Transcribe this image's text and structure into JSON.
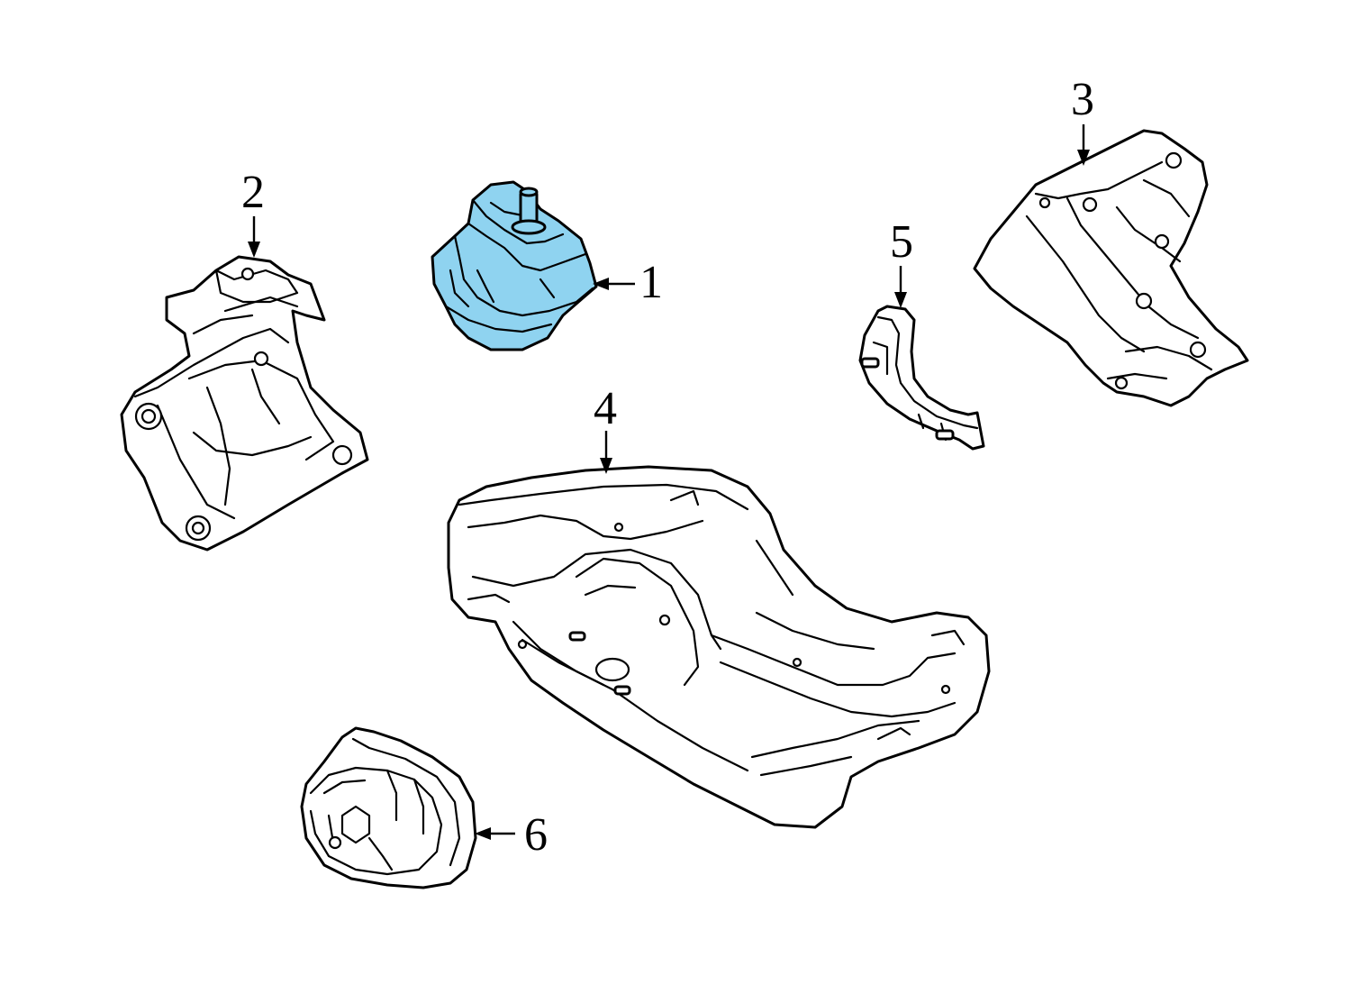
{
  "colors": {
    "highlight": "#8fd3f0",
    "line": "#000000",
    "background": "#ffffff"
  },
  "callouts": [
    {
      "id": "1",
      "label": "1"
    },
    {
      "id": "2",
      "label": "2"
    },
    {
      "id": "3",
      "label": "3"
    },
    {
      "id": "4",
      "label": "4"
    },
    {
      "id": "5",
      "label": "5"
    },
    {
      "id": "6",
      "label": "6"
    }
  ],
  "highlighted_part": "1"
}
